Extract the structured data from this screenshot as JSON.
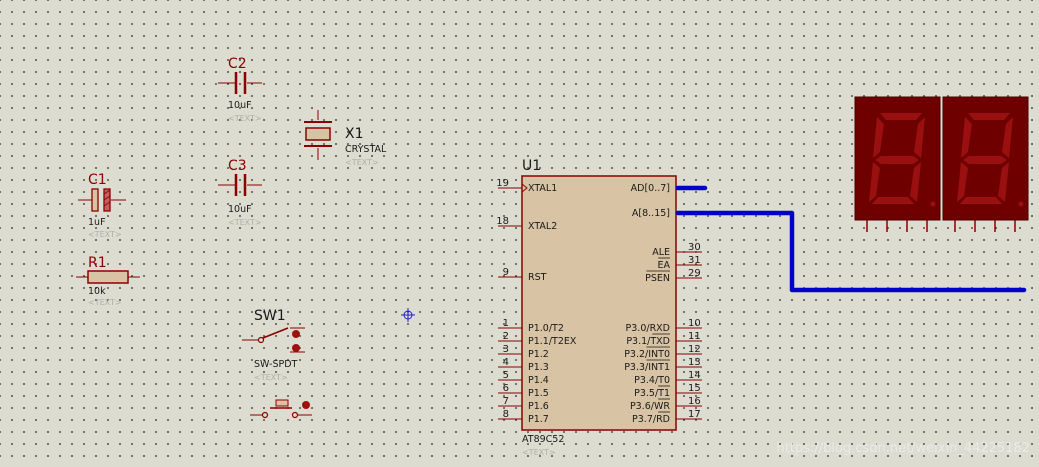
{
  "components": {
    "c2": {
      "ref": "C2",
      "value": "10uF",
      "text": "<TEXT>"
    },
    "c3": {
      "ref": "C3",
      "value": "10uF",
      "text": "<TEXT>"
    },
    "c1": {
      "ref": "C1",
      "value": "1uF",
      "text": "<TEXT>"
    },
    "r1": {
      "ref": "R1",
      "value": "10k",
      "text": "<TEXT>"
    },
    "x1": {
      "ref": "X1",
      "value": "CRYSTAL",
      "text": "<TEXT>"
    },
    "sw1": {
      "ref": "SW1",
      "value": "SW-SPDT",
      "text": "<TEXT>"
    },
    "u1": {
      "ref": "U1",
      "value": "AT89C52",
      "text": "<TEXT>"
    }
  },
  "u1_pins_left": [
    {
      "num": "19",
      "name": "XTAL1"
    },
    {
      "num": "18",
      "name": "XTAL2"
    },
    {
      "num": "9",
      "name": "RST"
    },
    {
      "num": "1",
      "name": "P1.0/T2"
    },
    {
      "num": "2",
      "name": "P1.1/T2EX"
    },
    {
      "num": "3",
      "name": "P1.2"
    },
    {
      "num": "4",
      "name": "P1.3"
    },
    {
      "num": "5",
      "name": "P1.4"
    },
    {
      "num": "6",
      "name": "P1.5"
    },
    {
      "num": "7",
      "name": "P1.6"
    },
    {
      "num": "8",
      "name": "P1.7"
    }
  ],
  "u1_pins_right": [
    {
      "num": "",
      "name": "AD[0..7]"
    },
    {
      "num": "",
      "name": "A[8..15]"
    },
    {
      "num": "30",
      "name": "ALE"
    },
    {
      "num": "31",
      "name": "EA"
    },
    {
      "num": "29",
      "name": "PSEN"
    },
    {
      "num": "10",
      "name": "P3.0/RXD"
    },
    {
      "num": "11",
      "name": "P3.1/TXD"
    },
    {
      "num": "12",
      "name": "P3.2/INT0"
    },
    {
      "num": "13",
      "name": "P3.3/INT1"
    },
    {
      "num": "14",
      "name": "P3.4/T0"
    },
    {
      "num": "15",
      "name": "P3.5/T1"
    },
    {
      "num": "16",
      "name": "P3.6/WR"
    },
    {
      "num": "17",
      "name": "P3.7/RD"
    }
  ],
  "watermark": "https://blog.csdn.net/weixin_44225182",
  "colors": {
    "component": "#8b0000",
    "bus": "#0000c8",
    "display_bg": "#6e0000",
    "segment": "#9a1010"
  }
}
